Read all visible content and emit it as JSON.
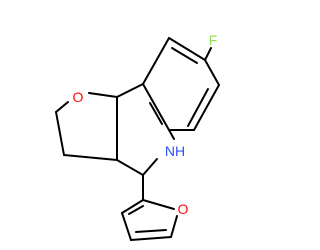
{
  "molecule": {
    "atoms": {
      "fluorine": {
        "symbol": "F",
        "color": "#90e050"
      },
      "ring_oxygen": {
        "symbol": "O",
        "color": "#ff0d0d"
      },
      "furan_oxygen": {
        "symbol": "O",
        "color": "#ff0d0d"
      },
      "amine_nitrogen": {
        "symbol": "NH",
        "color": "#3050f8"
      }
    },
    "bond_color": "#000000"
  }
}
